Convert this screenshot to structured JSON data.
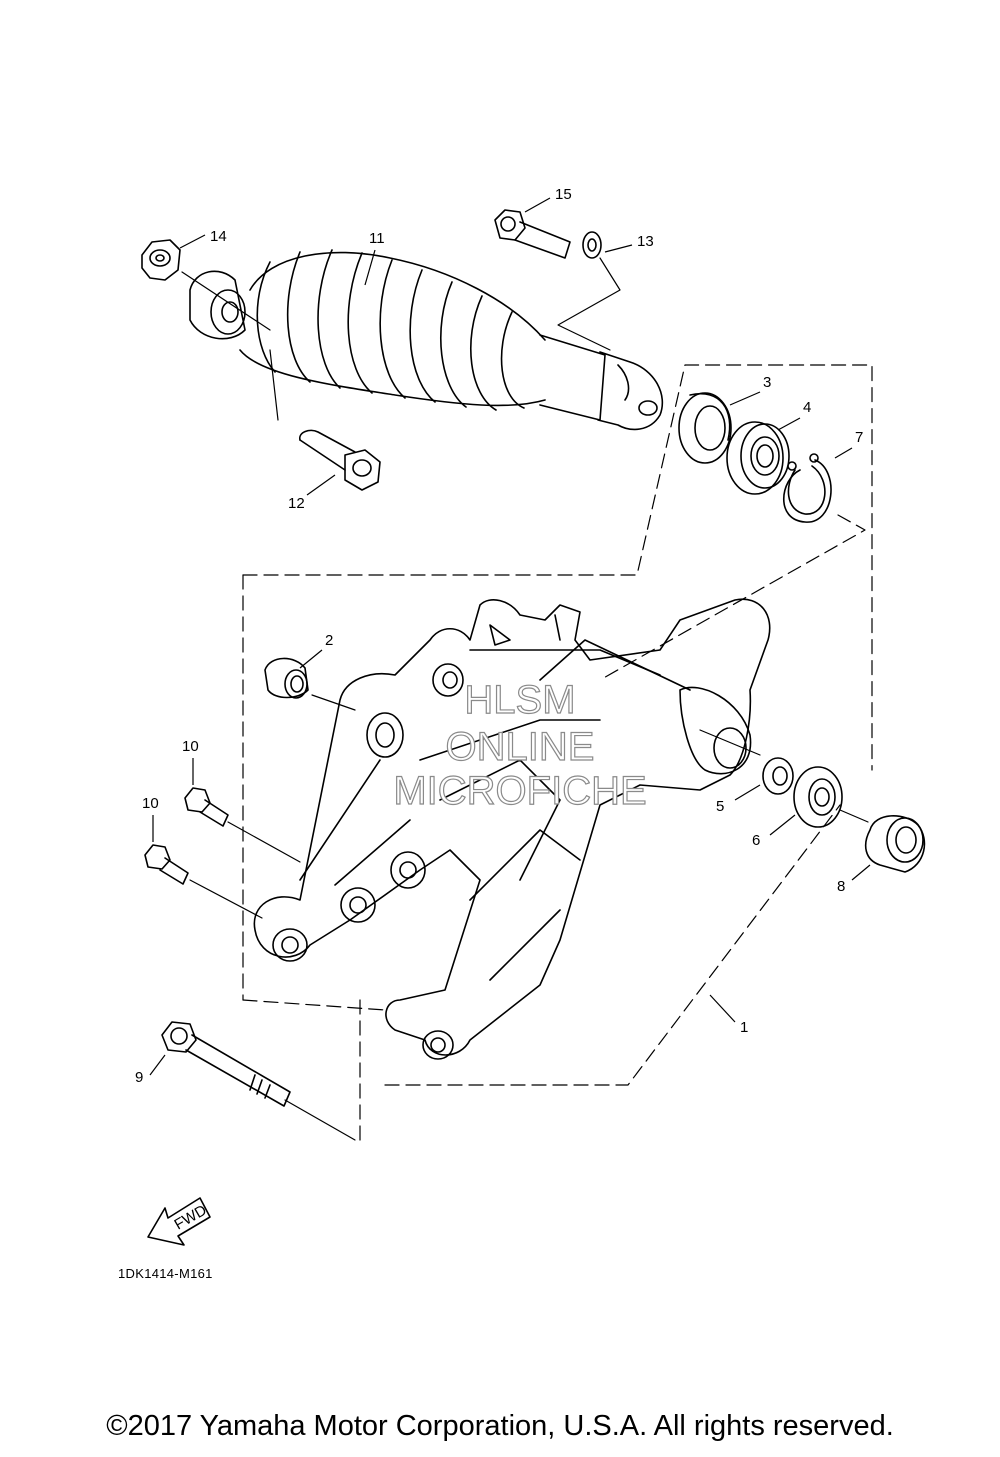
{
  "callouts": [
    "1",
    "2",
    "3",
    "4",
    "5",
    "6",
    "7",
    "8",
    "9",
    "10",
    "10",
    "11",
    "12",
    "13",
    "14",
    "15"
  ],
  "fwd_label": "FWD",
  "diagram_code": "1DK1414-M161",
  "watermark": [
    "HLSM",
    "ONLINE",
    "MICROFICHE"
  ],
  "copyright": "©2017 Yamaha Motor Corporation, U.S.A. All rights reserved."
}
